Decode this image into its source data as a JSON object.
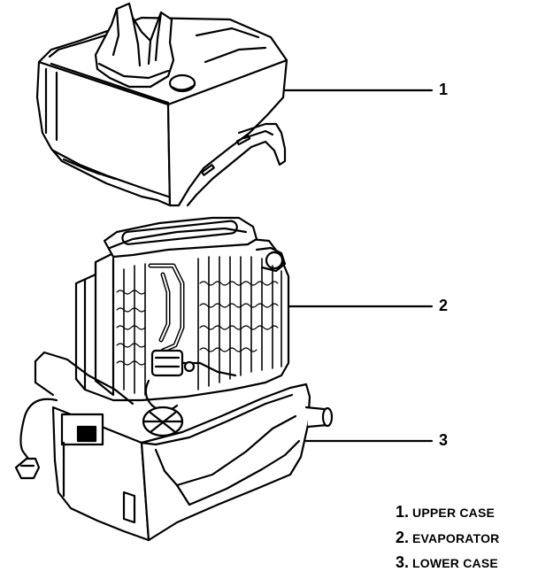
{
  "callouts": [
    {
      "number": "1"
    },
    {
      "number": "2"
    },
    {
      "number": "3"
    }
  ],
  "legend": [
    {
      "number": "1.",
      "label": "UPPER CASE"
    },
    {
      "number": "2.",
      "label": "EVAPORATOR"
    },
    {
      "number": "3.",
      "label": "LOWER CASE"
    }
  ],
  "colors": {
    "ink": "#000000",
    "paper": "#ffffff"
  }
}
